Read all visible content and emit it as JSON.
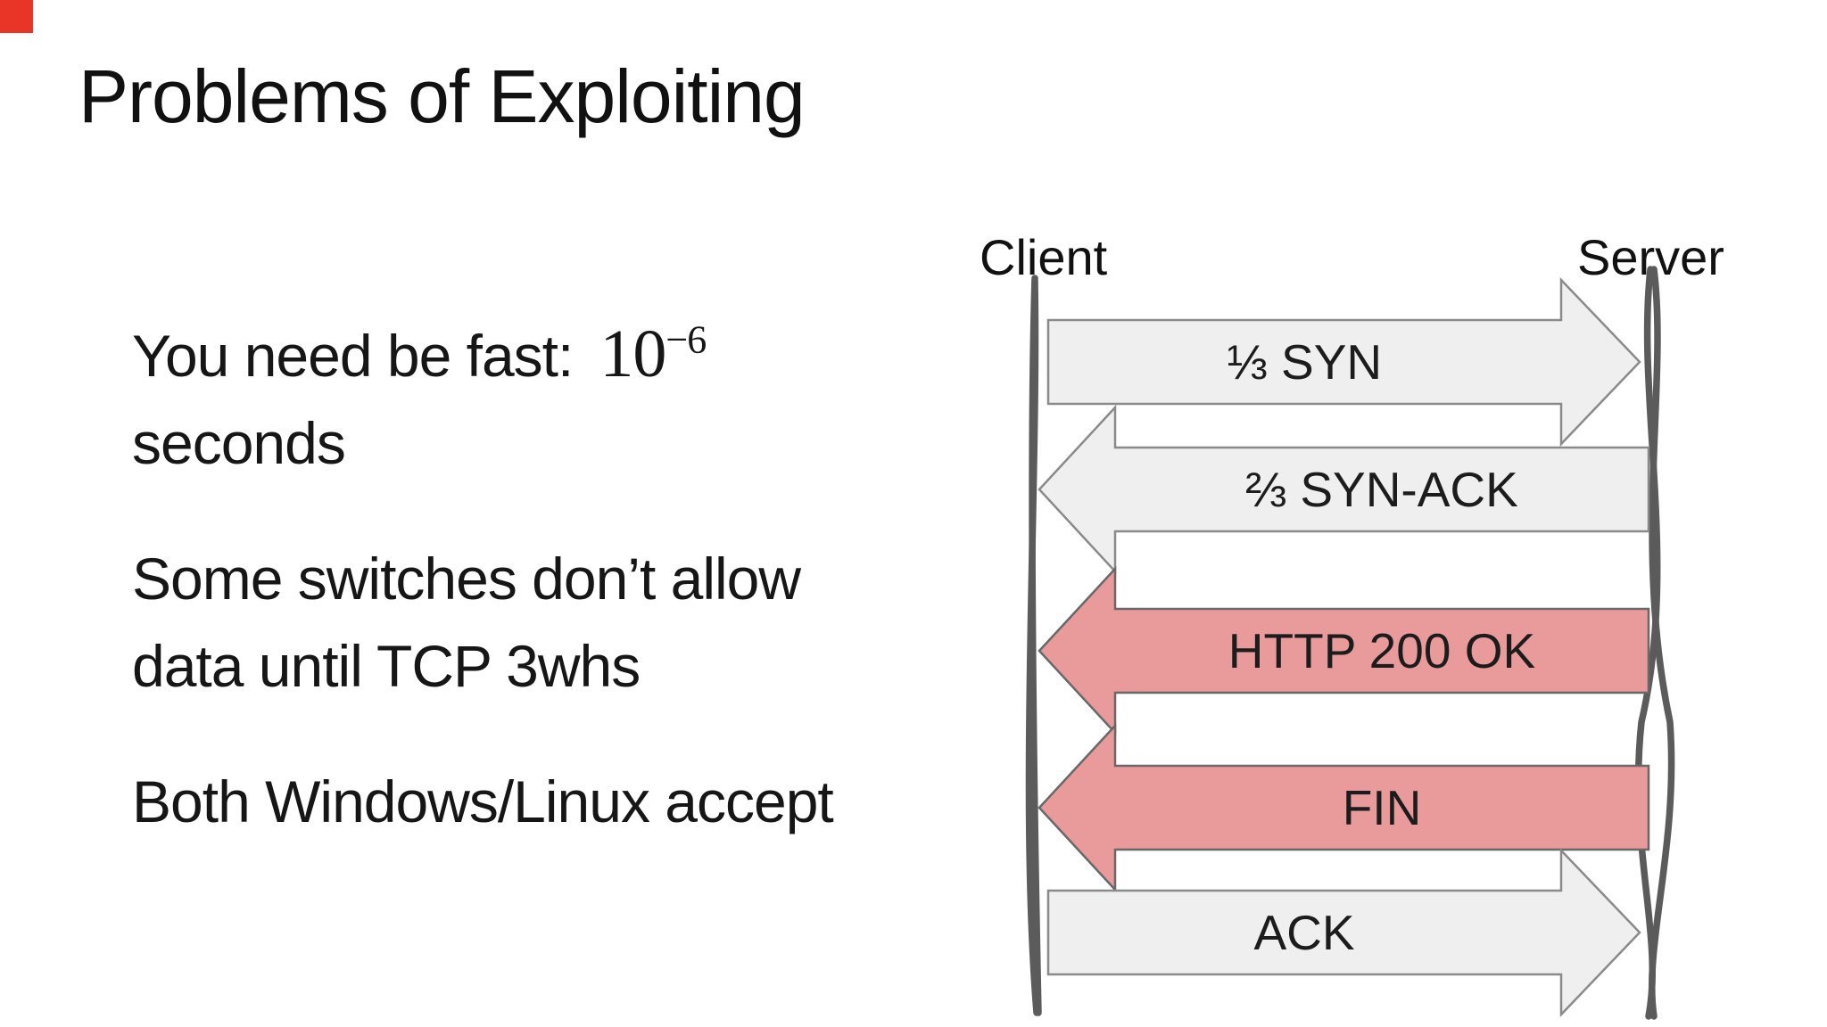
{
  "slide": {
    "title": "Problems of Exploiting",
    "points": [
      {
        "text": "You need be fast:",
        "math_base": "10",
        "math_exponent": "−6",
        "text2": "seconds"
      },
      {
        "line1": "Some switches don’t allow",
        "line2": "data until TCP 3whs"
      },
      {
        "line1": "Both Windows/Linux accept"
      }
    ]
  },
  "diagram": {
    "client_label": "Client",
    "server_label": "Server",
    "arrows": [
      {
        "label": "⅓ SYN",
        "direction": "right",
        "style": "gray"
      },
      {
        "label": "⅔ SYN-ACK",
        "direction": "left",
        "style": "gray"
      },
      {
        "label": "HTTP 200 OK",
        "direction": "left",
        "style": "pink"
      },
      {
        "label": "FIN",
        "direction": "left",
        "style": "pink"
      },
      {
        "label": "ACK",
        "direction": "right",
        "style": "gray"
      }
    ],
    "colors": {
      "arrow_gray_fill": "#efeff0",
      "arrow_gray_stroke": "#8a8a8a",
      "arrow_pink_fill": "#e99a9b",
      "arrow_pink_stroke": "#68686a",
      "lifeline": "#5b5b5b",
      "background": "#ffffff",
      "text": "#161616",
      "corner_marker_red": "#e93528"
    }
  }
}
